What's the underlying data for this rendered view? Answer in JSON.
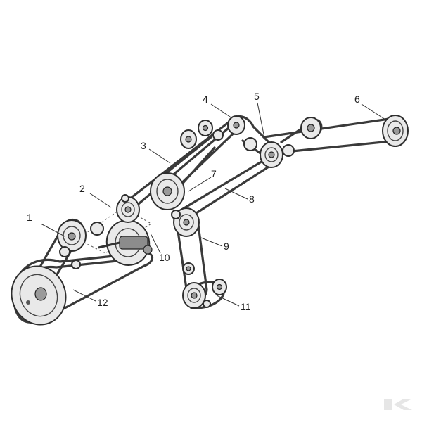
{
  "diagram": {
    "callouts": [
      {
        "id": "c1",
        "text": "1"
      },
      {
        "id": "c2",
        "text": "2"
      },
      {
        "id": "c3",
        "text": "3"
      },
      {
        "id": "c4",
        "text": "4"
      },
      {
        "id": "c5",
        "text": "5"
      },
      {
        "id": "c6",
        "text": "6"
      },
      {
        "id": "c7",
        "text": "7"
      },
      {
        "id": "c8",
        "text": "8"
      },
      {
        "id": "c9",
        "text": "9"
      },
      {
        "id": "c10",
        "text": "10"
      },
      {
        "id": "c11",
        "text": "11"
      },
      {
        "id": "c12",
        "text": "12"
      }
    ]
  },
  "watermark": {
    "icon": "k-logo-icon",
    "color": "#e6e6e6"
  }
}
